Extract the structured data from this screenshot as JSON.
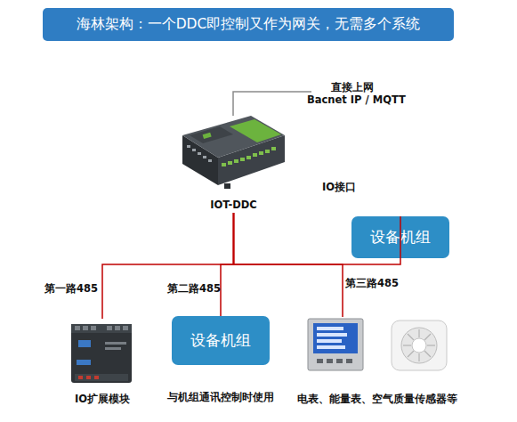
{
  "diagram": {
    "title": "海林架构：一个DDC即控制又作为网关，无需多个系统",
    "nodes": [
      {
        "text": [
          "IOT-DDC"
        ]
      },
      {
        "text": [
          "设备机组"
        ]
      },
      {
        "text": [
          "IO扩展模块"
        ]
      },
      {
        "text": [
          "设备机组",
          "与机组通讯控制时使用"
        ]
      },
      {
        "text": [
          "电表、能量表、空气质量传感器等"
        ]
      }
    ],
    "edges": [
      {
        "from": 0,
        "to": 1,
        "arrow": "none",
        "label": "IO接口"
      },
      {
        "from": 0,
        "to": 2,
        "arrow": "none",
        "label": "第一路485"
      },
      {
        "from": 0,
        "to": 3,
        "arrow": "none",
        "label": "第二路485"
      },
      {
        "from": 0,
        "to": 4,
        "arrow": "none",
        "label": "第三路485"
      }
    ],
    "labels": [
      "直接上网",
      "Bacnet IP / MQTT"
    ]
  }
}
